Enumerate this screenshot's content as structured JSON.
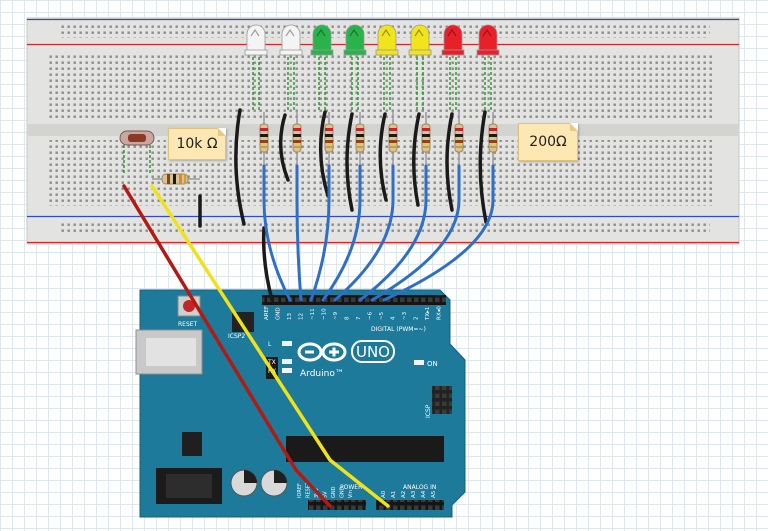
{
  "labels": {
    "resistor_10k": "10k Ω",
    "resistor_200": "200Ω"
  },
  "arduino": {
    "logo_text": "UNO",
    "brand": "Arduino™",
    "on_label": "ON",
    "reset_label": "RESET",
    "icsp2_label": "ICSP2",
    "icsp_label": "ICSP",
    "l_label": "L",
    "tx_label": "TX",
    "rx_label": "RX",
    "digital_label": "DIGITAL (PWM=~)",
    "power_label": "POWER",
    "analog_label": "ANALOG IN",
    "top_pins": [
      "AREF",
      "GND",
      "13",
      "12",
      "~11",
      "~10",
      "~9",
      "8",
      "7",
      "~6",
      "~5",
      "4",
      "~3",
      "2",
      "TX▸1",
      "RX◂0"
    ],
    "power_pins": [
      "IOREF",
      "RESET",
      "3V3",
      "5V",
      "GND",
      "GND",
      "Vin"
    ],
    "analog_pins": [
      "A0",
      "A1",
      "A2",
      "A3",
      "A4",
      "A5"
    ]
  },
  "leds": [
    {
      "color": "white"
    },
    {
      "color": "white"
    },
    {
      "color": "green"
    },
    {
      "color": "green"
    },
    {
      "color": "yellow"
    },
    {
      "color": "yellow"
    },
    {
      "color": "red"
    },
    {
      "color": "red"
    }
  ],
  "colors": {
    "board": "#1d7a9a",
    "breadboard": "#e3e3e1",
    "wire_blue": "#2f6fc4",
    "wire_black": "#1a1a1a",
    "wire_red": "#b21a14",
    "wire_yellow": "#f0e21a",
    "led_white": "#f4f4f4",
    "led_green": "#29b34a",
    "led_yellow": "#f0e41c",
    "led_red": "#e8202a"
  }
}
